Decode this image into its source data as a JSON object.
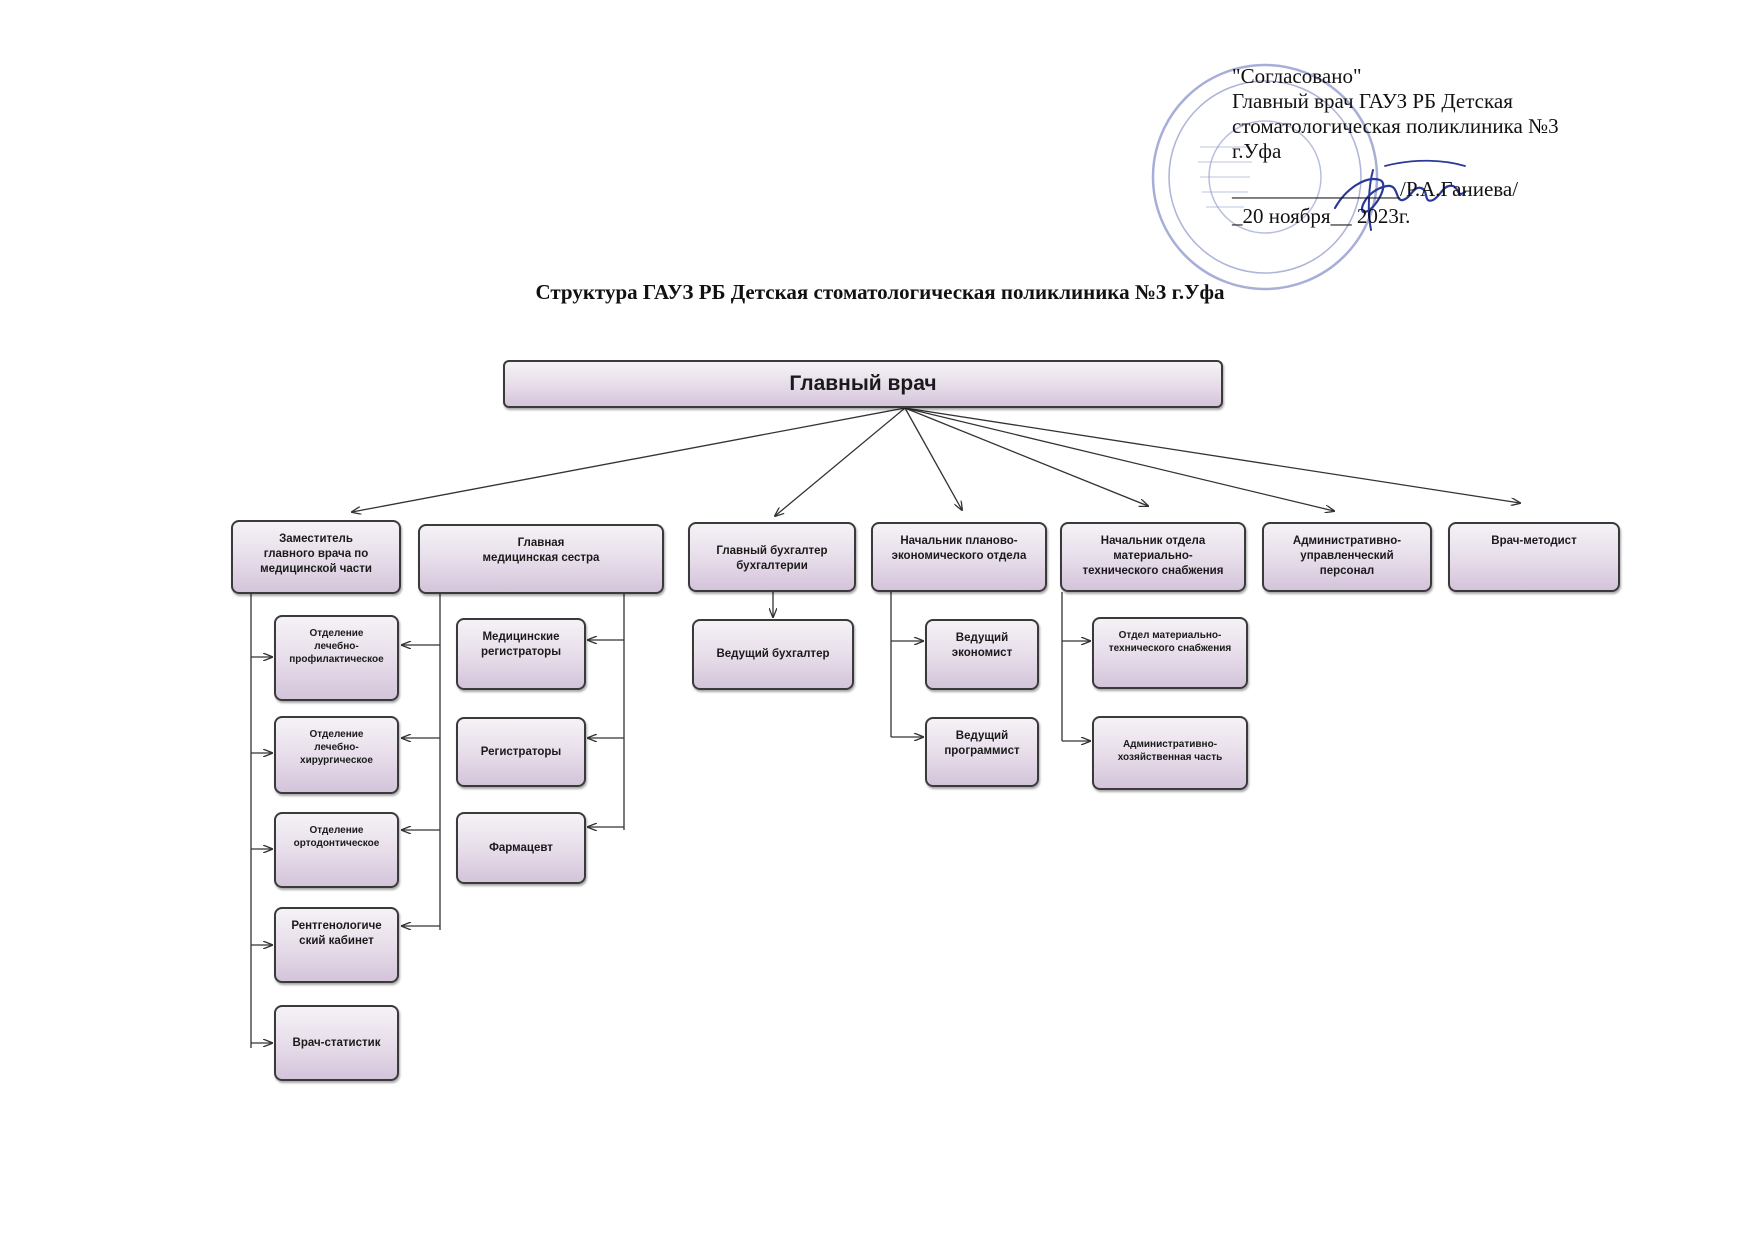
{
  "approval": {
    "heading": "\"Согласовано\"",
    "line1": "Главный врач ГАУЗ РБ Детская",
    "line2": "стоматологическая поликлиника №3",
    "line3": "г.Уфа",
    "signature_line": "________________/Р.А.Ганиева/",
    "date_line": "_20 ноября__ 2023г."
  },
  "title": "Структура ГАУЗ РБ Детская стоматологическая поликлиника №3 г.Уфа",
  "chart_data": {
    "type": "org-chart",
    "root": "Главный врач",
    "branches": [
      {
        "label": "Заместитель\nглавного врача по\nмедицинской части",
        "children": [
          "Отделение\nлечебно-\nпрофилактическое",
          "Отделение\nлечебно-\nхирургическое",
          "Отделение\nортодонтическое",
          "Рентгенологиче\nский кабинет",
          "Врач-статистик"
        ]
      },
      {
        "label": "Главная\nмедицинская сестра",
        "children": [
          "Медицинские\nрегистраторы",
          "Регистраторы",
          "Фармацевт"
        ]
      },
      {
        "label": "Главный бухгалтер\nбухгалтерии",
        "children": [
          "Ведущий  бухгалтер"
        ]
      },
      {
        "label": "Начальник планово-\nэкономического отдела",
        "children": [
          "Ведущий\nэкономист",
          "Ведущий\nпрограммист"
        ]
      },
      {
        "label": "Начальник отдела\nматериально-\nтехнического снабжения",
        "children": [
          "Отдел материально-\nтехнического снабжения",
          "Административно-\nхозяйственная часть"
        ]
      },
      {
        "label": "Административно-\nуправленческий\nперсонал",
        "children": []
      },
      {
        "label": "Врач-методист",
        "children": []
      }
    ]
  }
}
